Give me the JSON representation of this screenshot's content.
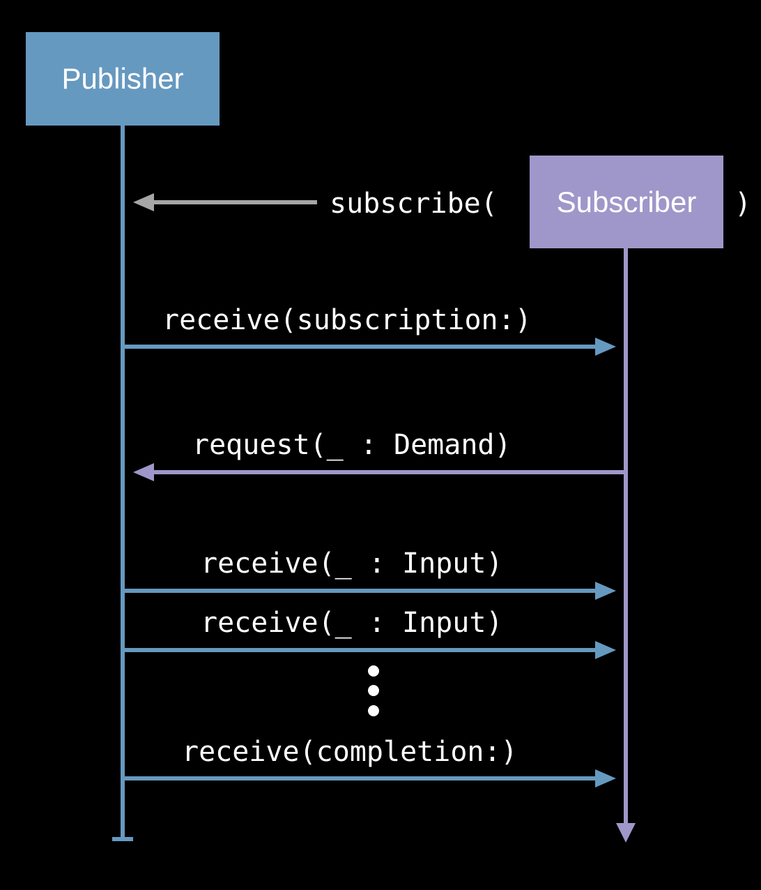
{
  "participants": {
    "publisher": "Publisher",
    "subscriber": "Subscriber"
  },
  "subscribe_call": {
    "prefix": "subscribe(",
    "suffix": ")"
  },
  "messages": [
    {
      "label": "receive(subscription:)",
      "direction": "publisher-to-subscriber"
    },
    {
      "label": "request(_ : Demand)",
      "direction": "subscriber-to-publisher"
    },
    {
      "label": "receive(_ : Input)",
      "direction": "publisher-to-subscriber"
    },
    {
      "label": "receive(_ : Input)",
      "direction": "publisher-to-subscriber"
    },
    {
      "label": "receive(completion:)",
      "direction": "publisher-to-subscriber"
    }
  ],
  "colors": {
    "background": "#000000",
    "publisher": "#6699c0",
    "subscriber": "#9f97c9",
    "subscribe_arrow": "#a6a6a6",
    "text": "#ffffff"
  }
}
